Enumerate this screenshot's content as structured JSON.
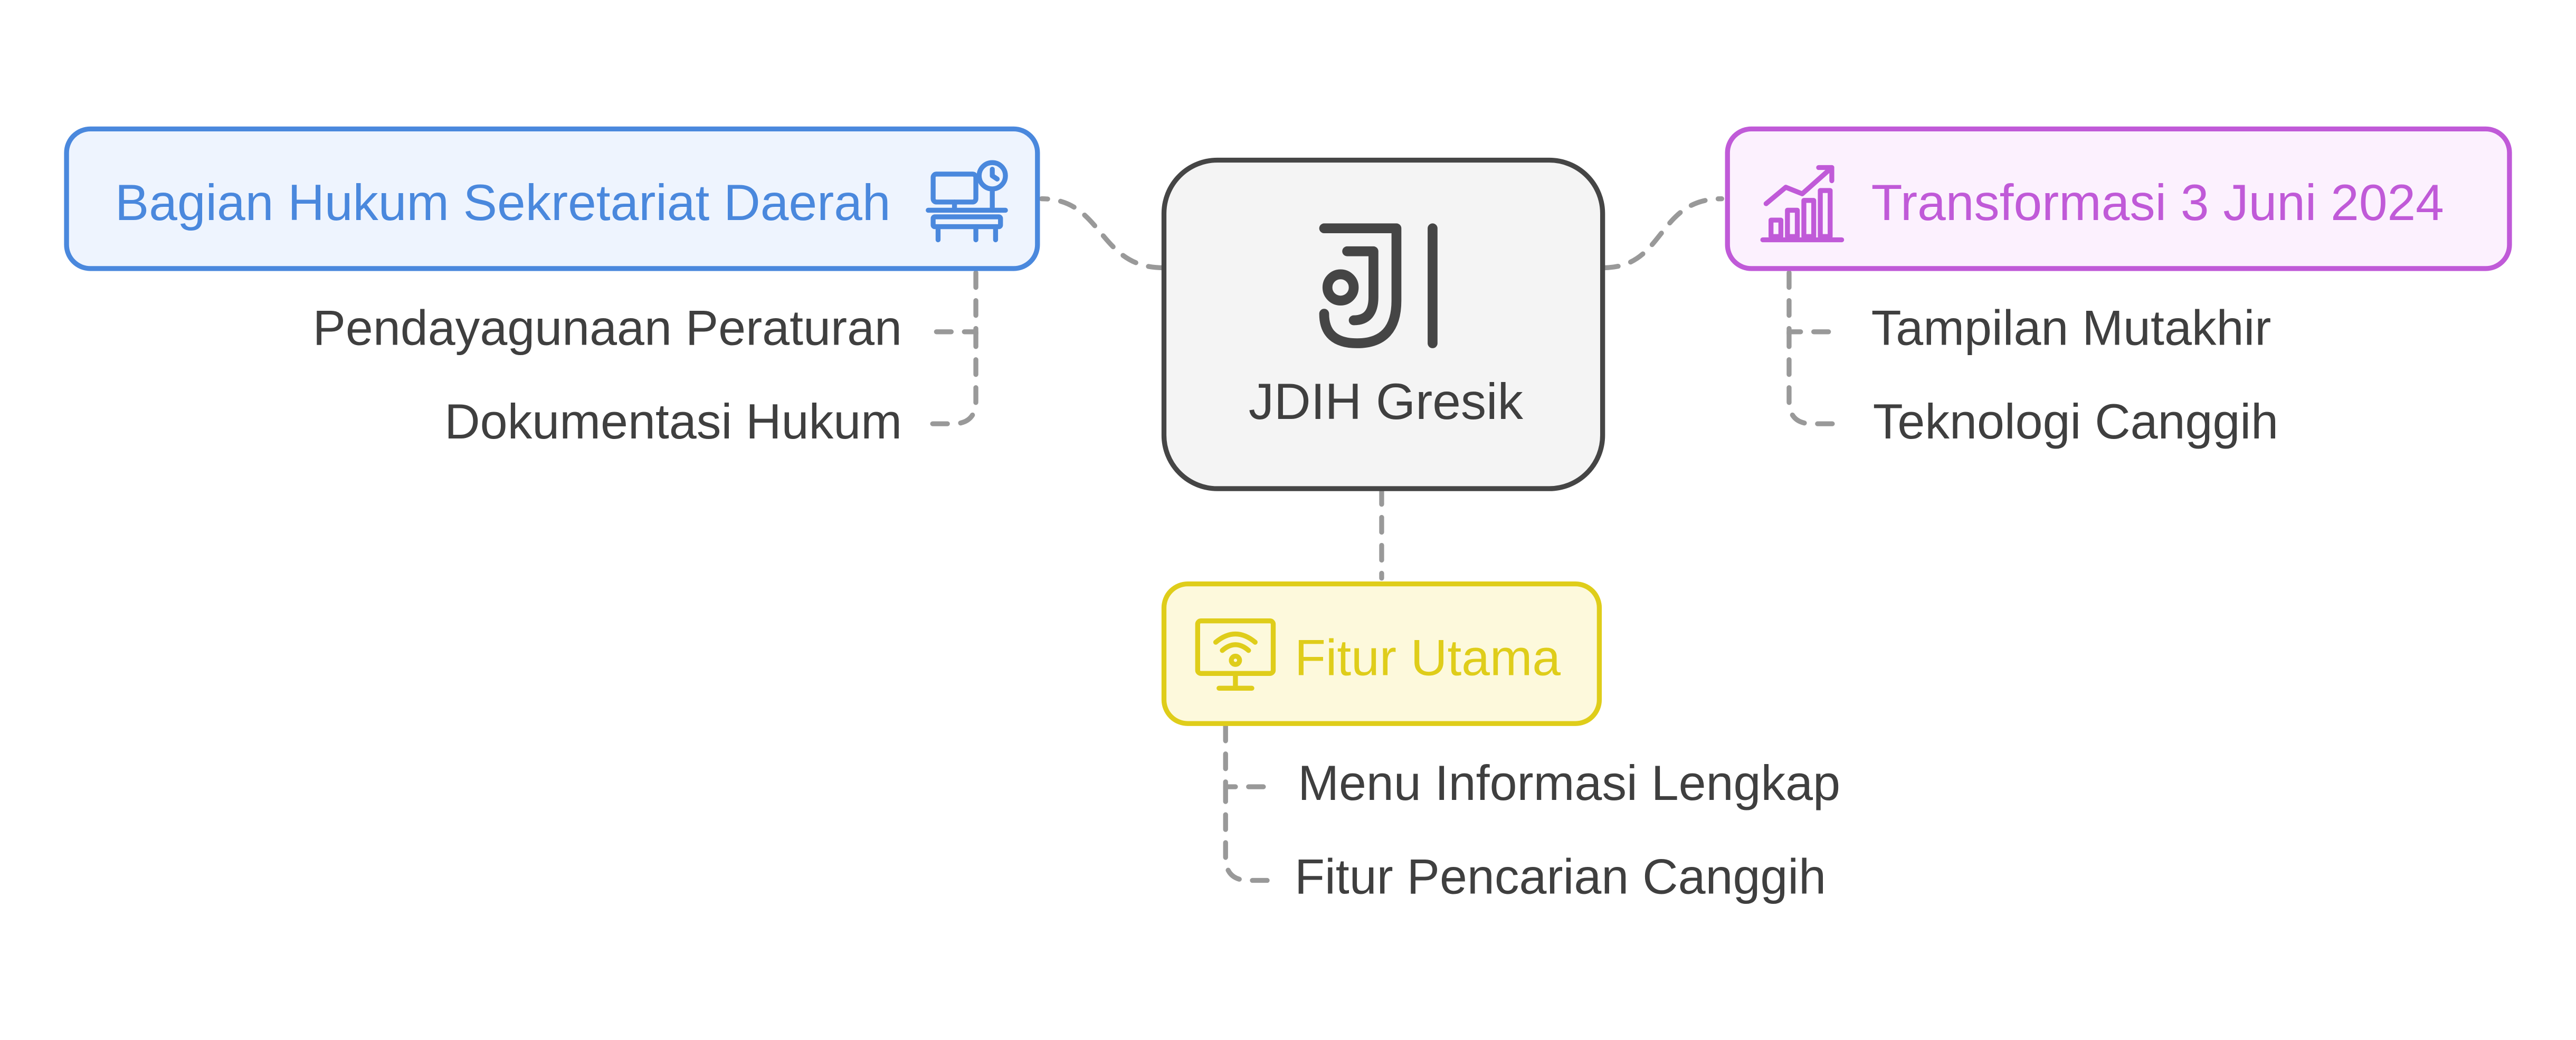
{
  "center": {
    "label": "JDIH Gresik",
    "icon": "jdih-logo-icon",
    "border_color": "#454545",
    "fill_color": "#f4f4f4"
  },
  "branches": {
    "left": {
      "label": "Bagian Hukum Sekretariat Daerah",
      "icon": "office-desk-clock-icon",
      "color": "#4a88dd",
      "fill_color": "#eef4fe",
      "items": [
        "Pendayagunaan Peraturan",
        "Dokumentasi Hukum"
      ]
    },
    "right": {
      "label": "Transformasi 3 Juni 2024",
      "icon": "growth-chart-icon",
      "color": "#c05ad8",
      "fill_color": "#fcf1fe",
      "items": [
        "Tampilan Mutakhir",
        "Teknologi Canggih"
      ]
    },
    "bottom": {
      "label": "Fitur Utama",
      "icon": "wifi-monitor-icon",
      "color": "#dfcd1a",
      "fill_color": "#fdf9dc",
      "items": [
        "Menu Informasi Lengkap",
        "Fitur Pencarian Canggih"
      ]
    }
  },
  "connector_color": "#999999"
}
